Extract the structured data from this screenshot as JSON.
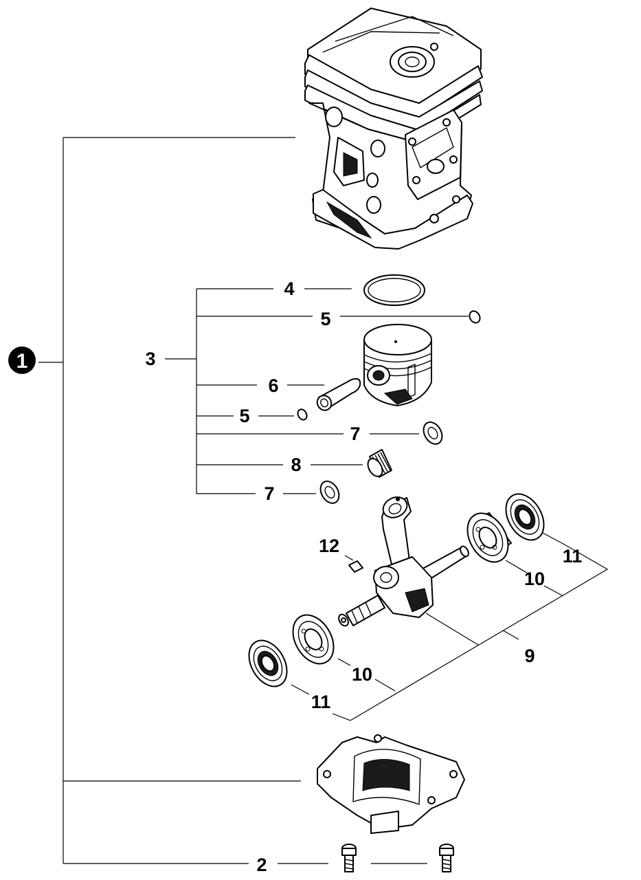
{
  "callout": {
    "number": "1"
  },
  "labels": {
    "crankcase_screw": "2",
    "piston_assembly": "3",
    "piston_ring": "4",
    "circlip_top": "5",
    "piston_pin": "6",
    "circlip": "5",
    "thrust_washer_top": "7",
    "needle_bearing": "8",
    "thrust_washer_bottom": "7",
    "crankshaft": "9",
    "ball_bearing_right": "10",
    "ball_bearing_left": "10",
    "oil_seal_right": "11",
    "oil_seal_left": "11",
    "woodruff_key": "12"
  }
}
